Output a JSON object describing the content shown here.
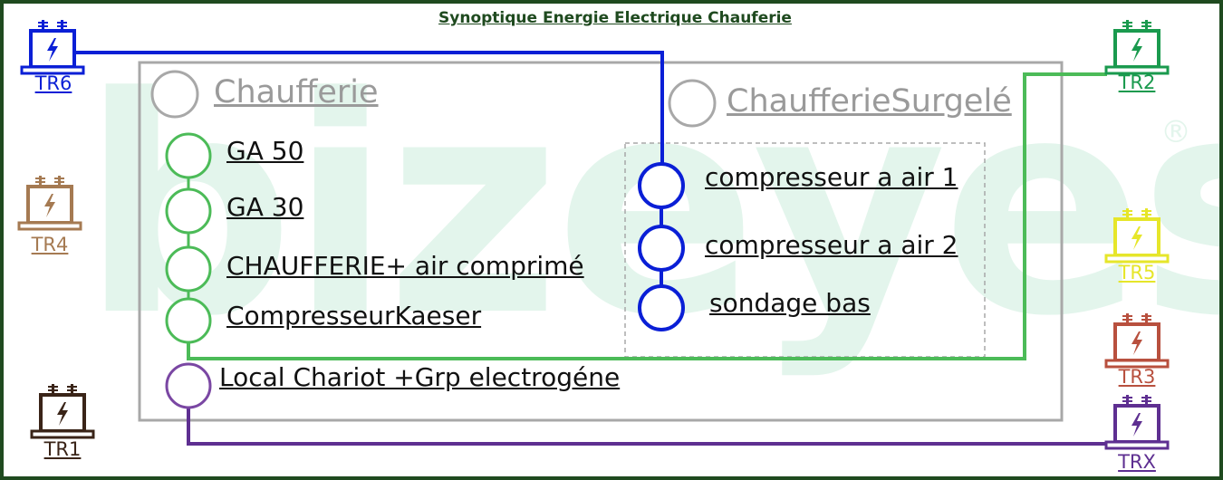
{
  "title": "Synoptique Energie Electrique Chauferie",
  "watermark": {
    "text": "bizeyes",
    "mark": "®"
  },
  "groups": {
    "chaufferie": "Chaufferie",
    "surgele": "ChaufferieSurgelé"
  },
  "feeders": {
    "ga50": "GA 50",
    "ga30": "GA 30",
    "chaufferie_air": "CHAUFFERIE+ air comprimé",
    "kaeser": "CompresseurKaeser",
    "local_chariot": "Local Chariot +Grp electrogéne",
    "comp1": "compresseur a air 1",
    "comp2": "compresseur a air 2",
    "sondage": "sondage bas"
  },
  "transformers": {
    "tr6": "TR6",
    "tr2": "TR2",
    "tr4": "TR4",
    "tr5": "TR5",
    "tr3": "TR3",
    "tr1": "TR1",
    "trx": "TRX"
  },
  "colors": {
    "tr6": "#0a1fd6",
    "tr2": "#1a9a4e",
    "tr4": "#a57a52",
    "tr5": "#e6e62a",
    "tr3": "#b8503e",
    "tr1": "#3a2418",
    "trx": "#5e2f91",
    "line_blue": "#0a1fd6",
    "line_green": "#4cbb58",
    "line_purple": "#5e2f91",
    "node_green": "#4cbb58",
    "node_blue": "#0a1fd6",
    "node_purple": "#7a47a3",
    "group_gray": "#a8a8a8",
    "frame": "#1f4a1f"
  }
}
